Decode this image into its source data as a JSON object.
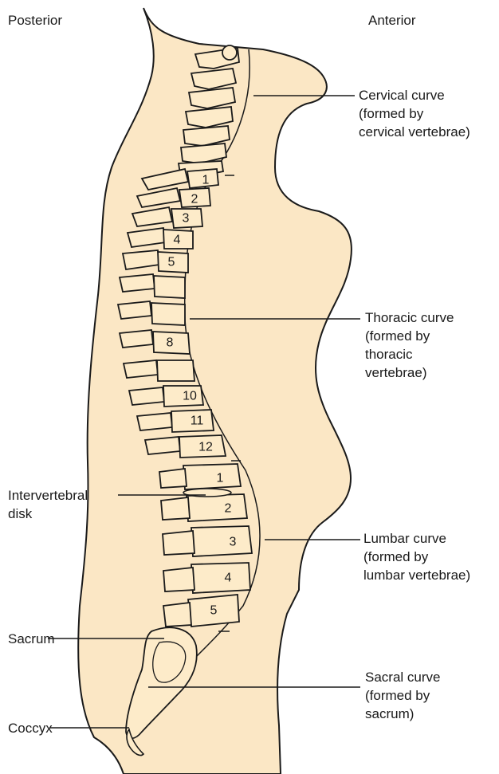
{
  "orientation": {
    "left": "Posterior",
    "right": "Anterior"
  },
  "labels": {
    "cervical": [
      "Cervical curve",
      "(formed by",
      "cervical vertebrae)"
    ],
    "thoracic": [
      "Thoracic curve",
      "(formed by",
      "thoracic",
      "vertebrae)"
    ],
    "lumbar": [
      "Lumbar curve",
      "(formed by",
      "lumbar vertebrae)"
    ],
    "sacral": [
      "Sacral curve",
      "(formed by",
      "sacrum)"
    ],
    "intervertebral": [
      "Intervertebral",
      "disk"
    ],
    "sacrum": "Sacrum",
    "coccyx": "Coccyx"
  },
  "thoracic_numbers": [
    "1",
    "2",
    "3",
    "4",
    "5",
    "8",
    "10",
    "11",
    "12"
  ],
  "lumbar_numbers": [
    "1",
    "2",
    "3",
    "4",
    "5"
  ],
  "colors": {
    "body": "#fbe7c5",
    "bone": "#fdebc9",
    "outline": "#1a1a1a"
  }
}
